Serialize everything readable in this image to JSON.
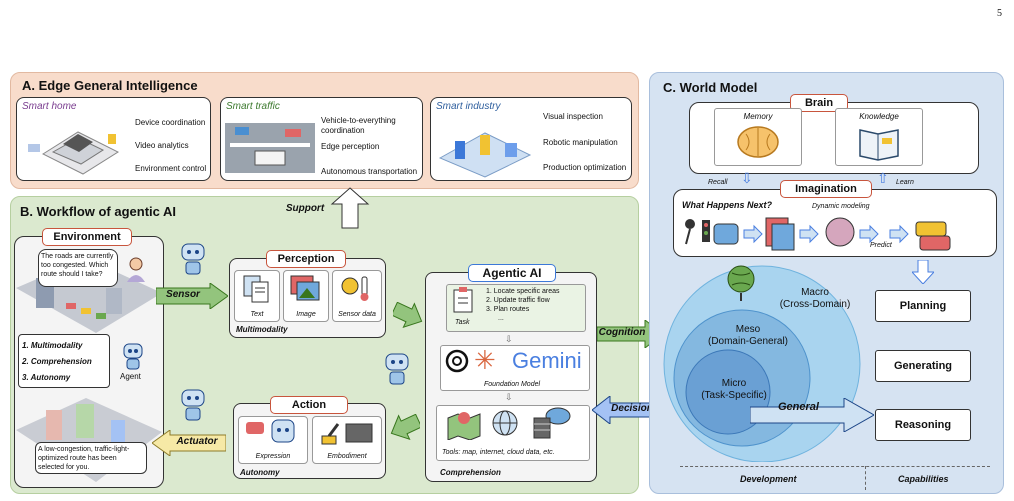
{
  "page_number": "5",
  "edge": {
    "title": "A. Edge General Intelligence",
    "smart_home": {
      "title": "Smart home",
      "items": [
        "Device coordination",
        "Video analytics",
        "Environment control"
      ]
    },
    "smart_traffic": {
      "title": "Smart traffic",
      "items": [
        "Vehicle-to-everything coordination",
        "Edge perception",
        "Autonomous transportation"
      ]
    },
    "smart_industry": {
      "title": "Smart industry",
      "items": [
        "Visual inspection",
        "Robotic manipulation",
        "Production optimization"
      ]
    }
  },
  "support_label": "Support",
  "workflow": {
    "title": "B. Workflow of agentic AI",
    "environment": {
      "title": "Environment",
      "bubble_top": "The roads are currently too congested. Which route should I take?",
      "list": [
        "1. Multimodality",
        "2. Comprehension",
        "3. Autonomy"
      ],
      "agent_label": "Agent",
      "bubble_bottom": "A low-congestion, traffic-light-optimized route has been selected for you."
    },
    "sensor_label": "Sensor",
    "actuator_label": "Actuator",
    "perception": {
      "title": "Perception",
      "items": [
        "Text",
        "Image",
        "Sensor data"
      ],
      "footer": "Multimodality"
    },
    "action": {
      "title": "Action",
      "items": [
        "Expression",
        "Embodiment"
      ],
      "footer": "Autonomy"
    },
    "agentic": {
      "title": "Agentic AI",
      "task_label": "Task",
      "task_items": [
        "1.    Locate specific areas",
        "2.    Update traffic flow",
        "3.    Plan routes",
        "..."
      ],
      "foundation_label": "Foundation Model",
      "gemini": "Gemini",
      "tools_label": "Tools: map, internet, cloud data, etc.",
      "footer": "Comprehension"
    }
  },
  "cognition_label": "Cognition",
  "decision_label": "Decision",
  "world": {
    "title": "C. World Model",
    "brain": {
      "title": "Brain",
      "memory": "Memory",
      "knowledge": "Knowledge"
    },
    "recall": "Recall",
    "learn": "Learn",
    "imagination": {
      "title": "Imagination",
      "question": "What Happens Next?",
      "dynamic": "Dynamic modeling",
      "predict": "Predict"
    },
    "macro": {
      "name": "Macro",
      "sub": "(Cross-Domain)"
    },
    "meso": {
      "name": "Meso",
      "sub": "(Domain-General)"
    },
    "micro": {
      "name": "Micro",
      "sub": "(Task-Specific)"
    },
    "general": "General",
    "capabilities": [
      "Planning",
      "Generating",
      "Reasoning"
    ],
    "footer_left": "Development",
    "footer_right": "Capabilities"
  },
  "colors": {
    "edge_bg": "#f8dccb",
    "workflow_bg": "#dbe9cf",
    "world_bg": "#d6e3f2",
    "accent": "#c8553d"
  }
}
